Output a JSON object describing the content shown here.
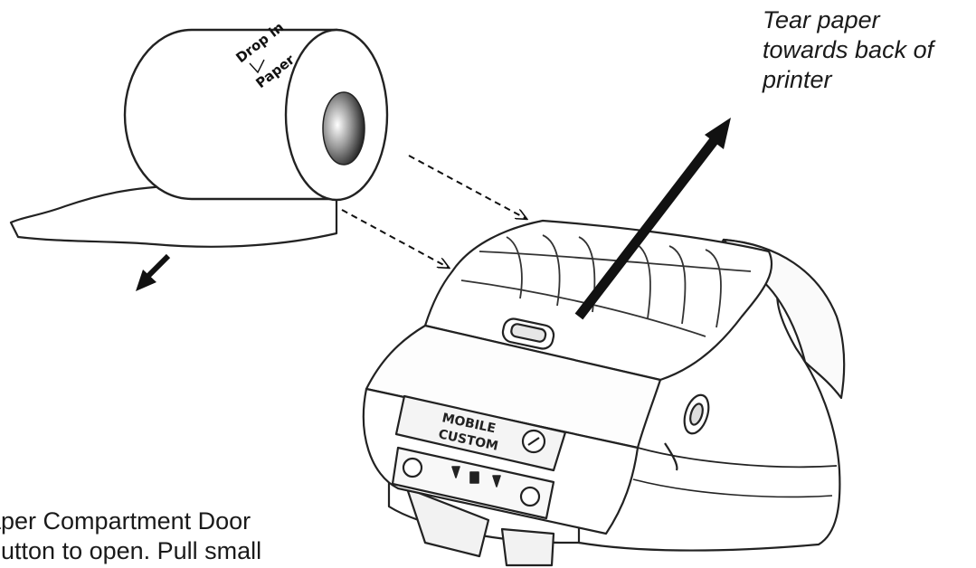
{
  "paper_roll": {
    "label_line1": "Drop in",
    "label_line2": "Paper"
  },
  "tear_callout": {
    "line1": "Tear paper",
    "line2": "towards back of",
    "line3": "printer"
  },
  "door_instruction": {
    "line1": "aper Compartment Door",
    "line2": "button to open.  Pull small"
  },
  "printer": {
    "brand_line1": "MOBILE",
    "brand_line2": "CUSTOM"
  },
  "colors": {
    "ink": "#111111",
    "background": "#ffffff"
  }
}
